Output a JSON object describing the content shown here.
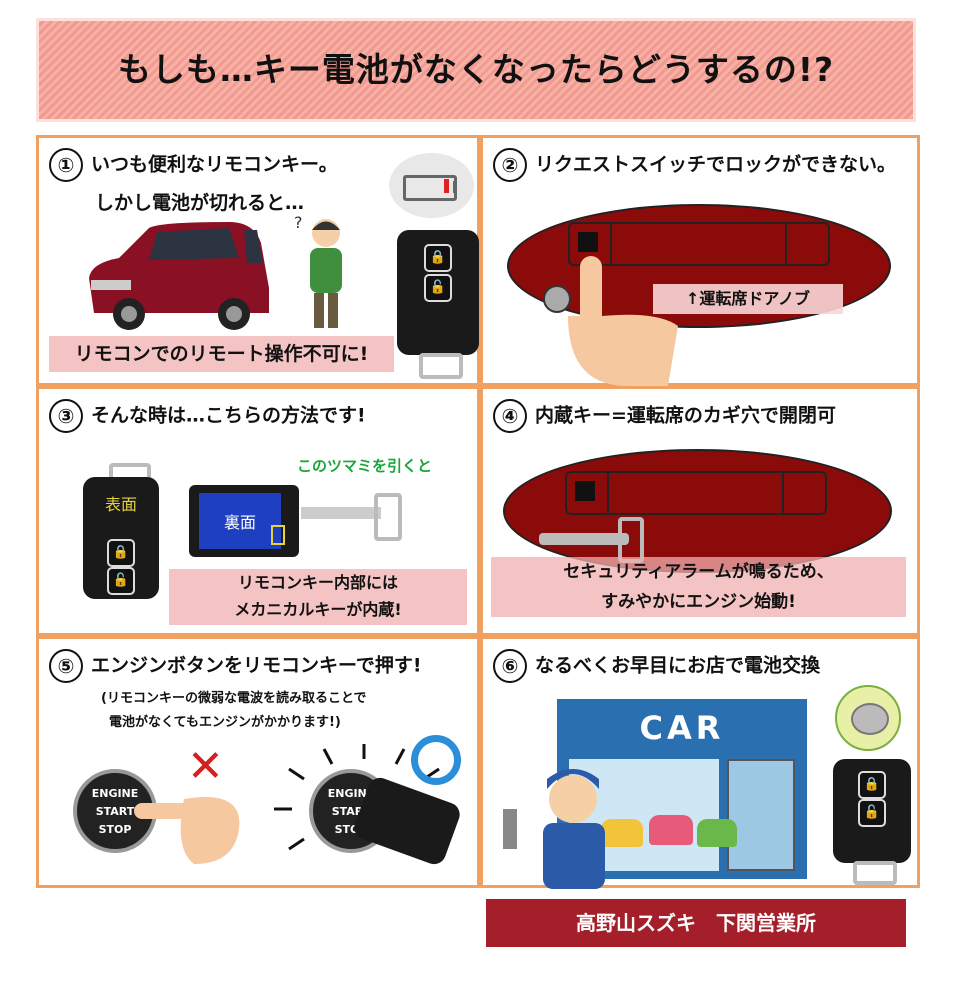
{
  "banner": {
    "title": "もしも…キー電池がなくなったらどうするの!?"
  },
  "panels": [
    {
      "num": "①",
      "title": "いつも便利なリモコンキー。",
      "title2": "しかし電池が切れると…",
      "caption": "リモコンでのリモート操作不可に!"
    },
    {
      "num": "②",
      "title": "リクエストスイッチでロックができない。",
      "caption": "↑運転席ドアノブ"
    },
    {
      "num": "③",
      "title": "そんな時は…こちらの方法です!",
      "front": "表面",
      "back": "裏面",
      "knob": "このツマミを引くと",
      "caption1": "リモコンキー内部には",
      "caption2": "メカニカルキーが内蔵!"
    },
    {
      "num": "④",
      "title": "内蔵キー=運転席のカギ穴で開閉可",
      "caption1": "セキュリティアラームが鳴るため、",
      "caption2": "すみやかにエンジン始動!"
    },
    {
      "num": "⑤",
      "title": "エンジンボタンをリモコンキーで押す!",
      "sub1": "(リモコンキーの微弱な電波を読み取ることで",
      "sub2": "電池がなくてもエンジンがかかります!)",
      "engine": [
        "ENGINE",
        "START",
        "STOP"
      ],
      "wrong": "✕"
    },
    {
      "num": "⑥",
      "title": "なるべくお早目にお店で電池交換",
      "shop_sign": "CAR"
    }
  ],
  "footer": {
    "store": "高野山スズキ　下関営業所"
  },
  "colors": {
    "panel_border": "#f0a060",
    "door_red": "#8b0a0a",
    "ribbon": "#a51f2a",
    "knob_text": "#1aa53a"
  }
}
